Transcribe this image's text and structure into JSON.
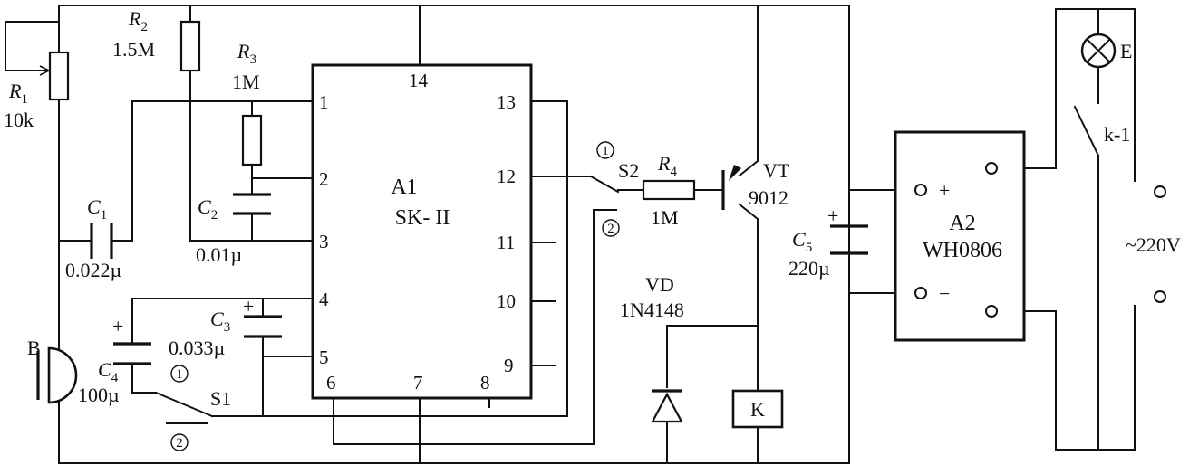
{
  "components": {
    "r1": {
      "letter": "R",
      "sub": "1",
      "value": "10k"
    },
    "r2": {
      "letter": "R",
      "sub": "2",
      "value": "1.5M"
    },
    "r3": {
      "letter": "R",
      "sub": "3",
      "value": "1M"
    },
    "r4": {
      "letter": "R",
      "sub": "4",
      "value": "1M"
    },
    "c1": {
      "letter": "C",
      "sub": "1",
      "value": "0.022µ"
    },
    "c2": {
      "letter": "C",
      "sub": "2",
      "value": "0.01µ"
    },
    "c3": {
      "letter": "C",
      "sub": "3",
      "value": "0.033µ"
    },
    "c4": {
      "letter": "C",
      "sub": "4",
      "value": "100µ"
    },
    "c5": {
      "letter": "C",
      "sub": "5",
      "value": "220µ"
    },
    "mic": {
      "label": "B"
    },
    "s1": {
      "label": "S1",
      "pos1": "1",
      "pos2": "2"
    },
    "s2": {
      "label": "S2",
      "pos1": "1",
      "pos2": "2"
    },
    "a1": {
      "name": "A1",
      "type": "SK- II",
      "pins": [
        "1",
        "2",
        "3",
        "4",
        "5",
        "6",
        "7",
        "8",
        "9",
        "10",
        "11",
        "12",
        "13",
        "14"
      ]
    },
    "vt": {
      "name": "VT",
      "type": "9012"
    },
    "vd": {
      "name": "VD",
      "type": "1N4148"
    },
    "relay": {
      "label": "K"
    },
    "a2": {
      "name": "A2",
      "type": "WH0806",
      "plus": "+",
      "minus": "−"
    },
    "lamp": {
      "label": "E"
    },
    "contact": {
      "label": "k-1"
    },
    "mains": {
      "label": "~220V"
    },
    "polarity_plus": "+"
  }
}
